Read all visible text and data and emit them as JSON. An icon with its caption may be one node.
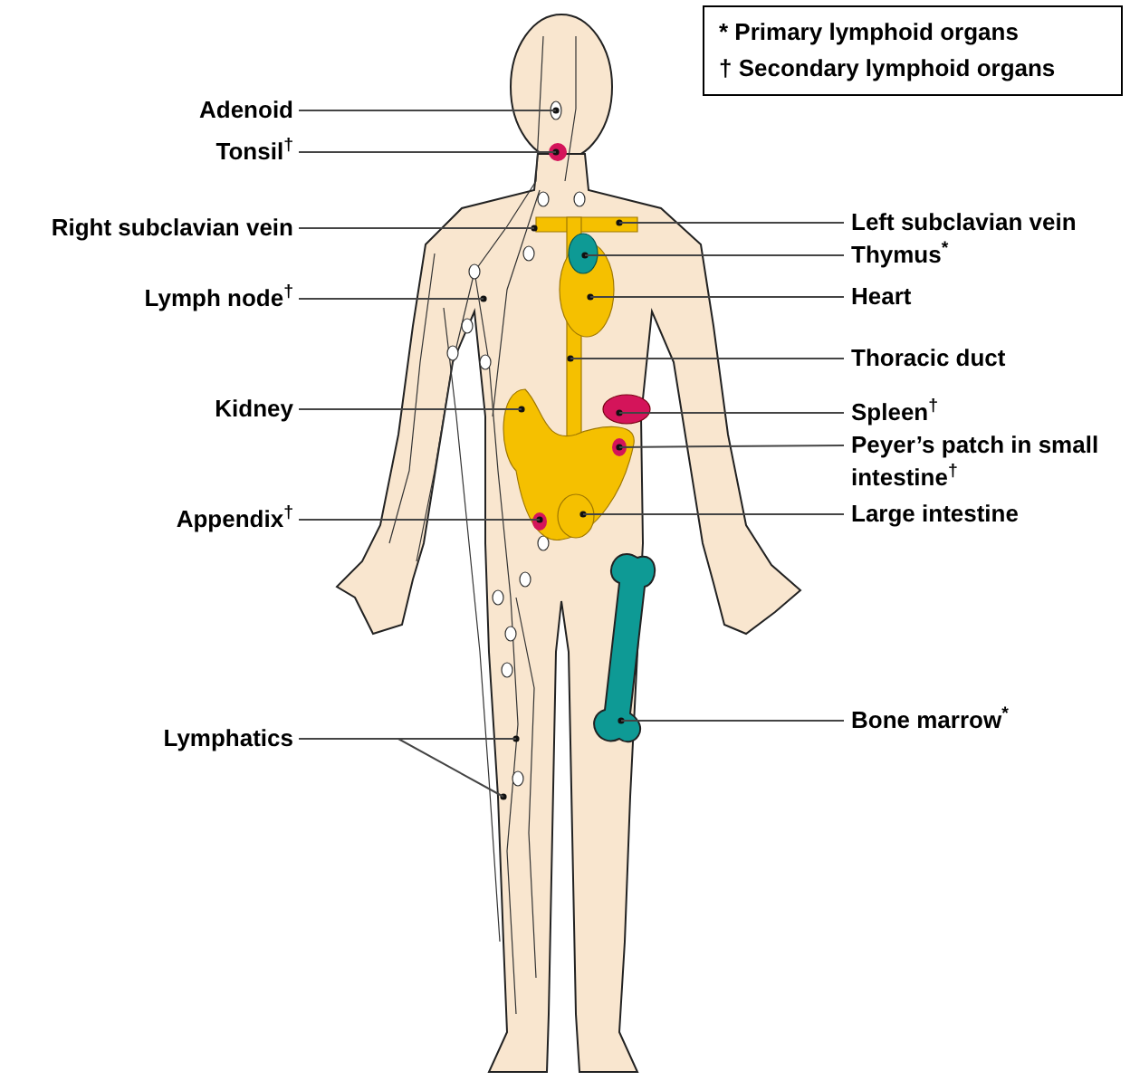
{
  "diagram": {
    "nodes": [
      {
        "text": [
          "Adenoid"
        ]
      },
      {
        "text": [
          "Tonsil$^{†}$"
        ]
      },
      {
        "text": [
          "Right subclavian vein"
        ]
      },
      {
        "text": [
          "Lymph node$^{†}$"
        ]
      },
      {
        "text": [
          "Kidney"
        ]
      },
      {
        "text": [
          "Appendix$^{†}$"
        ]
      },
      {
        "text": [
          "Lymphatics"
        ]
      },
      {
        "text": [
          "Left subclavian vein"
        ]
      },
      {
        "text": [
          "Thymus$^{*}$"
        ]
      },
      {
        "text": [
          "Heart"
        ]
      },
      {
        "text": [
          "Thoracic duct"
        ]
      },
      {
        "text": [
          "Spleen$^{†}$"
        ]
      },
      {
        "text": [
          "Peyer’s patch in small intestine$^{†}$"
        ]
      },
      {
        "text": [
          "Large intestine"
        ]
      },
      {
        "text": [
          "Bone marrow$^{*}$"
        ]
      }
    ],
    "edges": [
      {
        "from": 0,
        "to": null,
        "arrow": "none"
      },
      {
        "from": 1,
        "to": null,
        "arrow": "none"
      },
      {
        "from": 2,
        "to": null,
        "arrow": "none"
      },
      {
        "from": 3,
        "to": null,
        "arrow": "none"
      },
      {
        "from": 4,
        "to": null,
        "arrow": "none"
      },
      {
        "from": 5,
        "to": null,
        "arrow": "none"
      },
      {
        "from": 6,
        "to": null,
        "arrow": "none"
      },
      {
        "from": 6,
        "to": null,
        "arrow": "none"
      },
      {
        "from": 7,
        "to": null,
        "arrow": "none"
      },
      {
        "from": 8,
        "to": null,
        "arrow": "none"
      },
      {
        "from": 9,
        "to": null,
        "arrow": "none"
      },
      {
        "from": 10,
        "to": null,
        "arrow": "none"
      },
      {
        "from": 11,
        "to": null,
        "arrow": "none"
      },
      {
        "from": 12,
        "to": null,
        "arrow": "none"
      },
      {
        "from": 13,
        "to": null,
        "arrow": "none"
      },
      {
        "from": 14,
        "to": null,
        "arrow": "none"
      }
    ],
    "legend": [
      {
        "text": "* Primary lymphoid organs"
      },
      {
        "text": "† Secondary lymphoid organs"
      }
    ]
  }
}
